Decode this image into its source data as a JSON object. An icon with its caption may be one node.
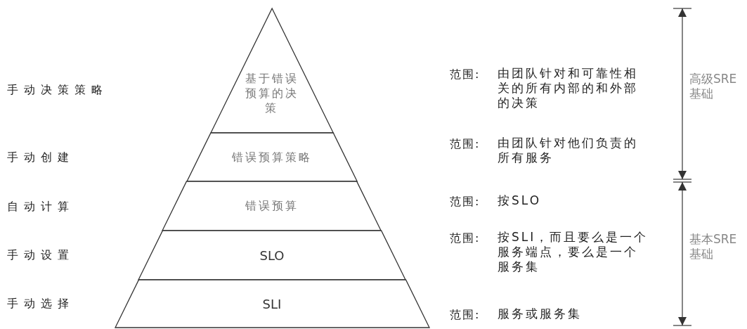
{
  "diagram": {
    "nodes": [
      {
        "text": [
          "基于错误预算的决策"
        ]
      },
      {
        "text": [
          "错误预算策略"
        ]
      },
      {
        "text": [
          "错误预算"
        ]
      },
      {
        "text": [
          "SLO"
        ]
      },
      {
        "text": [
          "SLI"
        ]
      }
    ],
    "labels": [
      "手动决策策略",
      "范围:",
      "由团队针对和可靠性相关的所有内部的和外部的决策",
      "高级SRE 基础",
      "手动创建",
      "范围:",
      "由团队针对他们负责的所有服务",
      "自动计算",
      "范围:",
      "按SLO",
      "手动设置",
      "范围:",
      "按SLI，而且要么是一个服务端点，要么是一个服务集",
      "基本SRE 基础",
      "手动选择",
      "范围:",
      "服务或服务集"
    ]
  }
}
